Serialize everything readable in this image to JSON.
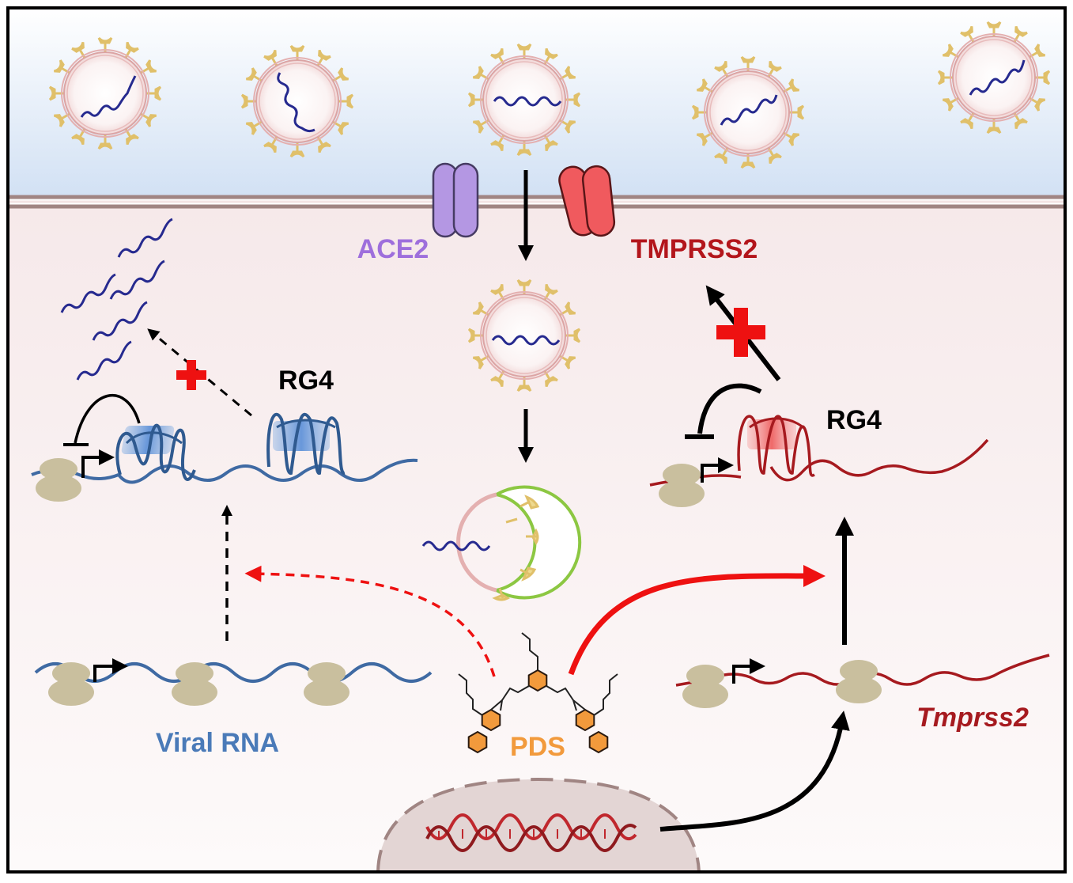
{
  "labels": {
    "ace2": "ACE2",
    "tmprss2_protein": "TMPRSS2",
    "rg4_left": "RG4",
    "rg4_right": "RG4",
    "viral_rna": "Viral RNA",
    "pds": "PDS",
    "tmprss2_gene": "Tmprss2"
  },
  "colors": {
    "extracellular_top": "#ffffff",
    "extracellular_bottom": "#d2e1f4",
    "cytoplasm_top": "#f6e9ea",
    "cytoplasm_bottom": "#fdfafa",
    "membrane": "#a08583",
    "ace2": "#b497e3",
    "tmprss2": "#f05a5e",
    "viral_rna": "#3f6aa3",
    "tmprss2_rna": "#a61a1f",
    "rna_genome": "#262a8f",
    "spike": "#eed98e",
    "envelope": "#e4b0b0",
    "ribosome": "#c9bf9e",
    "pds": "#f29a3c",
    "inhibit_mark": "#ee1111",
    "endosome": "#8cc742",
    "nucleus": "#e3d5d4",
    "dna": "#c0272d"
  },
  "icons": [
    "virion-icon",
    "ace2-receptor-icon",
    "tmprss2-protease-icon",
    "ribosome-icon",
    "rna-g-quadruplex-icon",
    "pds-molecule-icon",
    "inhibition-plus-icon",
    "dna-helix-icon",
    "endosome-icon",
    "transcription-start-icon"
  ]
}
